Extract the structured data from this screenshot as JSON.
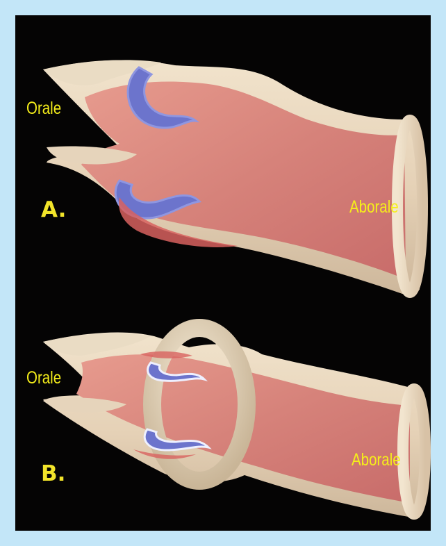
{
  "figure": {
    "panel_a": {
      "letter": "A.",
      "oral_label": "Orale",
      "aboral_label": "Aborale"
    },
    "panel_b": {
      "letter": "B.",
      "oral_label": "Orale",
      "aboral_label": "Aborale"
    }
  },
  "colors": {
    "page_border": "#c3e6f8",
    "background": "#050404",
    "tube_wall": "#e8d6bf",
    "lumen": "#d77f77",
    "mucosa_fold": "#6a72c9",
    "label_text": "#f5ee1a"
  }
}
